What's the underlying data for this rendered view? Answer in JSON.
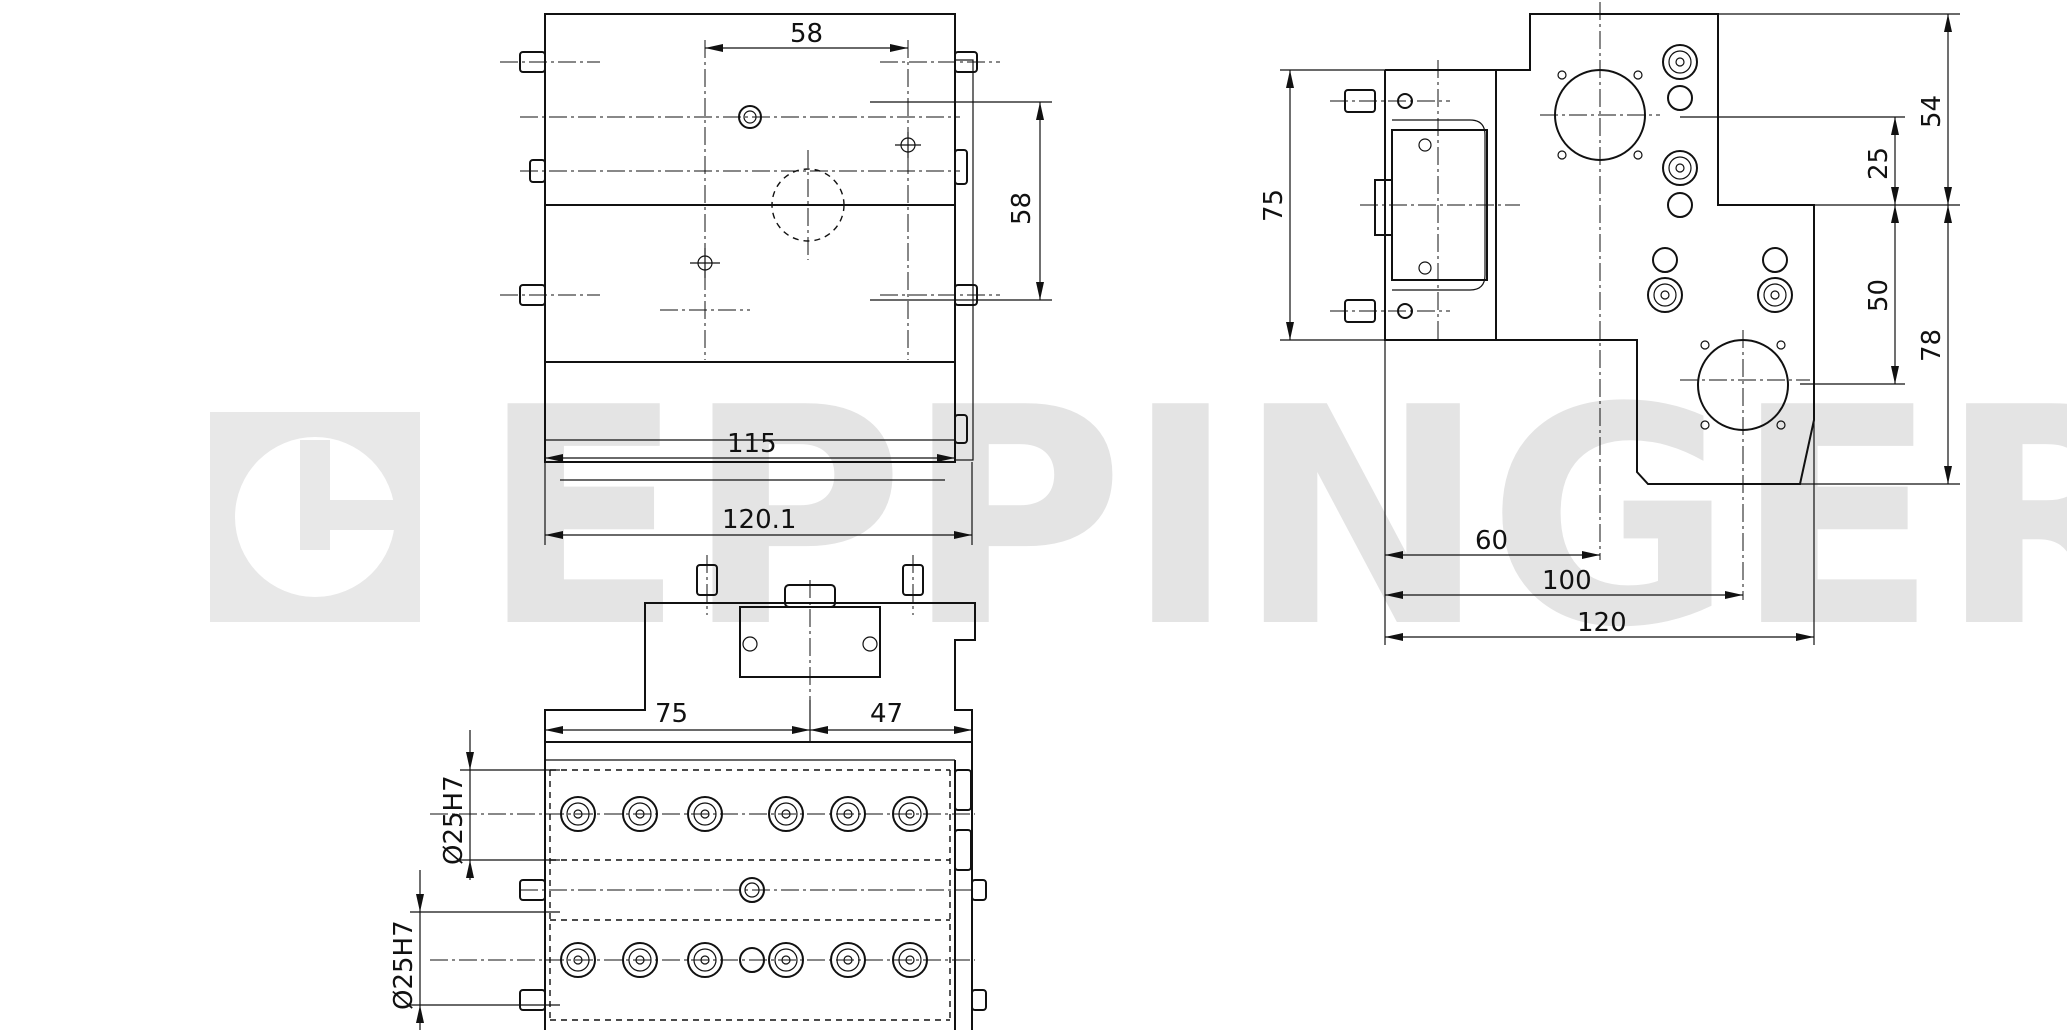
{
  "watermark": {
    "brand": "EPPINGER"
  },
  "views": {
    "top_view": {
      "dim_top_width": "58",
      "dim_right_height": "58",
      "dim_inner_width": "115",
      "dim_outer_width": "120.1"
    },
    "front_view": {
      "dim_left": "75",
      "dim_right": "47",
      "bore_upper": "Ø25H7",
      "bore_lower": "Ø25H7"
    },
    "side_view": {
      "dim_height_left": "75",
      "dim_54": "54",
      "dim_25": "25",
      "dim_50": "50",
      "dim_78": "78",
      "dim_60": "60",
      "dim_100": "100",
      "dim_120": "120"
    }
  },
  "colors": {
    "line": "#111111",
    "watermark": "#e4e4e4",
    "background": "#ffffff"
  }
}
